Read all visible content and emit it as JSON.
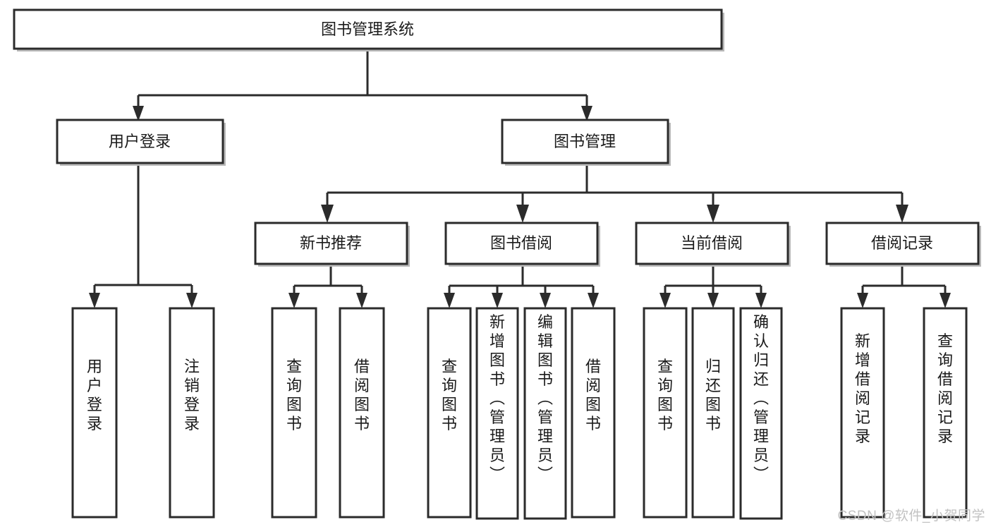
{
  "diagram": {
    "title": "图书管理系统",
    "type": "tree-hierarchy",
    "orientation": "top-down",
    "watermark": "CSDN @软件_小贺同学",
    "colors": {
      "box_fill": "#ffffff",
      "box_stroke": "#2b2b2b",
      "connector": "#2b2b2b",
      "text": "#1a1a1a",
      "watermark": "#c2c2c2"
    },
    "nodes": {
      "root": {
        "id": "root",
        "label": "图书管理系统",
        "level": 0,
        "orientation": "horizontal"
      },
      "n_user_login": {
        "id": "n_user_login",
        "label": "用户登录",
        "level": 1,
        "orientation": "horizontal"
      },
      "n_book_mgmt": {
        "id": "n_book_mgmt",
        "label": "图书管理",
        "level": 1,
        "orientation": "horizontal"
      },
      "n_new_book_rec": {
        "id": "n_new_book_rec",
        "label": "新书推荐",
        "level": 2,
        "orientation": "horizontal"
      },
      "n_book_borrow": {
        "id": "n_book_borrow",
        "label": "图书借阅",
        "level": 2,
        "orientation": "horizontal"
      },
      "n_current_borrow": {
        "id": "n_current_borrow",
        "label": "当前借阅",
        "level": 2,
        "orientation": "horizontal"
      },
      "n_borrow_record": {
        "id": "n_borrow_record",
        "label": "借阅记录",
        "level": 2,
        "orientation": "horizontal"
      },
      "l_user_login": {
        "id": "l_user_login",
        "label": "用户登录",
        "level": 3,
        "orientation": "vertical"
      },
      "l_user_logout": {
        "id": "l_user_logout",
        "label": "注销登录",
        "level": 3,
        "orientation": "vertical"
      },
      "l_query_book_1": {
        "id": "l_query_book_1",
        "label": "查询图书",
        "level": 3,
        "orientation": "vertical"
      },
      "l_borrow_book_1": {
        "id": "l_borrow_book_1",
        "label": "借阅图书",
        "level": 3,
        "orientation": "vertical"
      },
      "l_query_book_2": {
        "id": "l_query_book_2",
        "label": "查询图书",
        "level": 3,
        "orientation": "vertical"
      },
      "l_add_book": {
        "id": "l_add_book",
        "label": "新增图书（管理员）",
        "level": 3,
        "orientation": "vertical"
      },
      "l_edit_book": {
        "id": "l_edit_book",
        "label": "编辑图书（管理员）",
        "level": 3,
        "orientation": "vertical"
      },
      "l_borrow_book_2": {
        "id": "l_borrow_book_2",
        "label": "借阅图书",
        "level": 3,
        "orientation": "vertical"
      },
      "l_query_book_3": {
        "id": "l_query_book_3",
        "label": "查询图书",
        "level": 3,
        "orientation": "vertical"
      },
      "l_return_book": {
        "id": "l_return_book",
        "label": "归还图书",
        "level": 3,
        "orientation": "vertical"
      },
      "l_confirm_return": {
        "id": "l_confirm_return",
        "label": "确认归还（管理员）",
        "level": 3,
        "orientation": "vertical"
      },
      "l_add_record": {
        "id": "l_add_record",
        "label": "新增借阅记录",
        "level": 3,
        "orientation": "vertical"
      },
      "l_query_record": {
        "id": "l_query_record",
        "label": "查询借阅记录",
        "level": 3,
        "orientation": "vertical"
      }
    },
    "edges": [
      {
        "from": "root",
        "to": "n_user_login"
      },
      {
        "from": "root",
        "to": "n_book_mgmt"
      },
      {
        "from": "n_user_login",
        "to": "l_user_login"
      },
      {
        "from": "n_user_login",
        "to": "l_user_logout"
      },
      {
        "from": "n_book_mgmt",
        "to": "n_new_book_rec"
      },
      {
        "from": "n_book_mgmt",
        "to": "n_book_borrow"
      },
      {
        "from": "n_book_mgmt",
        "to": "n_current_borrow"
      },
      {
        "from": "n_book_mgmt",
        "to": "n_borrow_record"
      },
      {
        "from": "n_new_book_rec",
        "to": "l_query_book_1"
      },
      {
        "from": "n_new_book_rec",
        "to": "l_borrow_book_1"
      },
      {
        "from": "n_book_borrow",
        "to": "l_query_book_2"
      },
      {
        "from": "n_book_borrow",
        "to": "l_add_book"
      },
      {
        "from": "n_book_borrow",
        "to": "l_edit_book"
      },
      {
        "from": "n_book_borrow",
        "to": "l_borrow_book_2"
      },
      {
        "from": "n_current_borrow",
        "to": "l_query_book_3"
      },
      {
        "from": "n_current_borrow",
        "to": "l_return_book"
      },
      {
        "from": "n_current_borrow",
        "to": "l_confirm_return"
      },
      {
        "from": "n_borrow_record",
        "to": "l_add_record"
      },
      {
        "from": "n_borrow_record",
        "to": "l_query_record"
      }
    ]
  }
}
